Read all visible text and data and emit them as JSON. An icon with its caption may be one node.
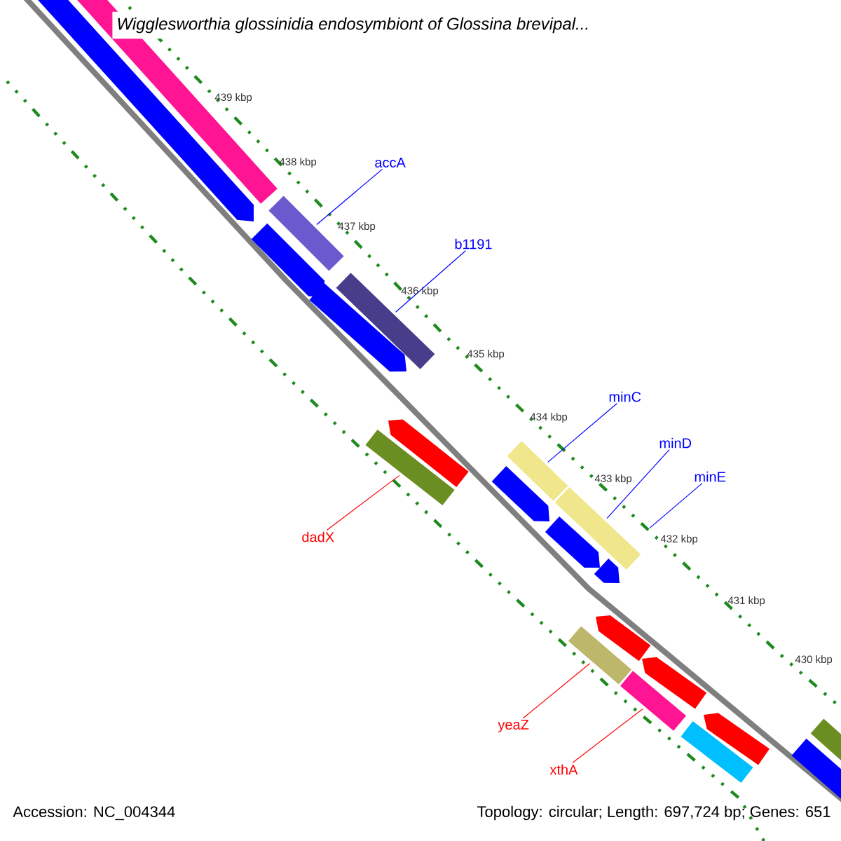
{
  "diagram": {
    "title": "Wigglesworthia glossinidia endosymbiont of Glossina brevipal...",
    "nodes": [
      {
        "text": [
          "accA"
        ]
      },
      {
        "text": [
          "b1191"
        ]
      },
      {
        "text": [
          "minC"
        ]
      },
      {
        "text": [
          "minD"
        ]
      },
      {
        "text": [
          "minE"
        ]
      },
      {
        "text": [
          "dadX"
        ]
      },
      {
        "text": [
          "yeaZ"
        ]
      },
      {
        "text": [
          "xthA"
        ]
      },
      {
        "text": [],
        "shape": "bar"
      },
      {
        "text": [],
        "shape": "bar"
      },
      {
        "text": [],
        "shape": "bar"
      },
      {
        "text": [],
        "shape": "bar"
      },
      {
        "text": [],
        "shape": "bar"
      },
      {
        "text": [],
        "shape": "bar"
      },
      {
        "text": [],
        "shape": "bar"
      }
    ],
    "edges": [
      {
        "from": 0,
        "to": 8,
        "arrow": "none"
      },
      {
        "from": 1,
        "to": 9,
        "arrow": "none"
      },
      {
        "from": 2,
        "to": 10,
        "arrow": "none"
      },
      {
        "from": 3,
        "to": 11,
        "arrow": "none"
      },
      {
        "from": 4,
        "to": null,
        "arrow": "none"
      },
      {
        "from": 5,
        "to": 12,
        "arrow": "none",
        "color": "#ff0000"
      },
      {
        "from": 6,
        "to": 13,
        "arrow": "none",
        "color": "#ff0000"
      },
      {
        "from": 7,
        "to": 14,
        "arrow": "none",
        "color": "#ff0000"
      }
    ],
    "labels": [
      "439 kbp",
      "438 kbp",
      "437 kbp",
      "436 kbp",
      "435 kbp",
      "434 kbp",
      "433 kbp",
      "432 kbp",
      "431 kbp",
      "430 kbp",
      "Accession: NC_004344",
      "Topology: circular; Length: 697,724 bp; Genes: 651"
    ]
  }
}
